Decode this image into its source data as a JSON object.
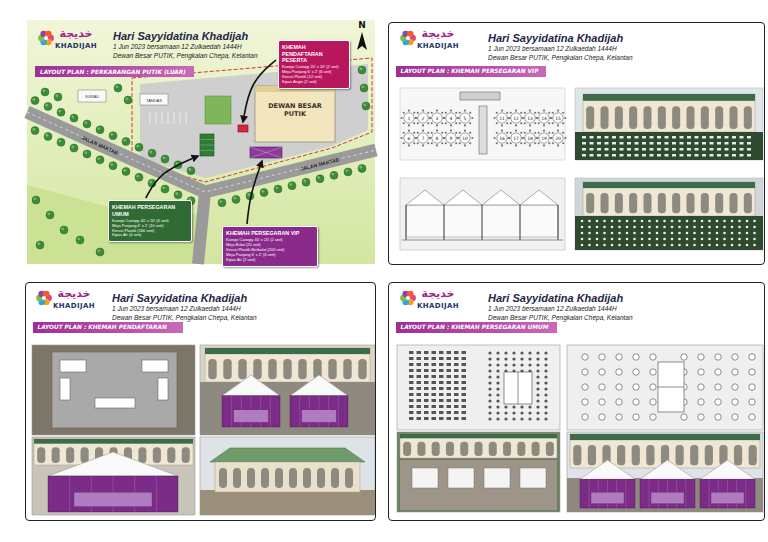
{
  "diagram": {
    "nodes": [
      {
        "text": [
          "Hari Sayyidatina Khadijah",
          "1 Jun 2023 bersamaan 12 Zulkaedah 1444H",
          "Dewan Besar PUTIK, Pengkalan Chepa, Kelantan"
        ]
      },
      {
        "text": [
          "LAYOUT PLAN : PERKARANGAN PUTIK (LUAR)"
        ],
        "in": 0
      },
      {
        "text": [
          "DEWAN BESAR PUTIK"
        ],
        "in": 0
      },
      {
        "text": [
          "KHEMAH PENDAFTARAN PESERTA",
          "Kanopi Canopy 20' x 20' (2 unit)",
          "Meja Panjang 6' x 2' (6 unit)",
          "Kerusi Plastik (12 unit)",
          "Kipas Angin (2 unit)"
        ],
        "in": 0
      },
      {
        "text": [
          "KHEMAH PERSEGARAN UMUM",
          "Kanopi Canopy 40' x 20' (4 unit)",
          "Meja Panjang 6' x 2' (10 unit)",
          "Kerusi Plastik (160 unit)",
          "Kipas Air (4 unit)"
        ],
        "in": 0
      },
      {
        "text": [
          "KHEMAH PERSEGARAN VIP",
          "Kanopi Canopy 40' x 20' (2 unit)",
          "Meja Bulat (20 unit)",
          "Kerusi Plastik Berbalut (200 unit)",
          "Meja Panjang 6' x 2' (4 unit)",
          "Kipas Air (2 unit)"
        ],
        "in": 0
      },
      {
        "text": [
          "Hari Sayyidatina Khadijah",
          "1 Jun 2023 bersamaan 12 Zulkaedah 1444H",
          "Dewan Besar PUTIK, Pengkalan Chepa, Kelantan"
        ]
      },
      {
        "text": [
          "LAYOUT PLAN : KHEMAH PERSEGARAN VIP"
        ],
        "in": 6
      },
      {
        "text": [
          "Hari Sayyidatina Khadijah",
          "1 Jun 2023 bersamaan 12 Zulkaedah 1444H",
          "Dewan Besar PUTIK, Pengkalan Chepa, Kelantan"
        ]
      },
      {
        "text": [
          "LAYOUT PLAN : KHEMAH PENDAFTARAN"
        ],
        "in": 8
      },
      {
        "text": [
          "Hari Sayyidatina Khadijah",
          "1 Jun 2023 bersamaan 12 Zulkaedah 1444H",
          "Dewan Besar PUTIK, Pengkalan Chepa, Kelantan"
        ]
      },
      {
        "text": [
          "LAYOUT PLAN : KHEMAH PERSEGARAN UMUM"
        ],
        "in": 10
      }
    ],
    "labels": [
      "خديجة",
      "KHADIJAH",
      "خديجة",
      "KHADIJAH",
      "خديجة",
      "KHADIJAH",
      "خديجة",
      "KHADIJAH",
      "N",
      "JALAN MAKTAB",
      "JALAN MAKTAB",
      "SURAU",
      "TANDAS",
      "1",
      "2",
      "3",
      "4",
      "5",
      "6",
      "7",
      "8",
      "9",
      "10",
      "11",
      "12",
      "13",
      "14",
      "15",
      "16",
      "17",
      "18",
      "19",
      "20"
    ]
  }
}
